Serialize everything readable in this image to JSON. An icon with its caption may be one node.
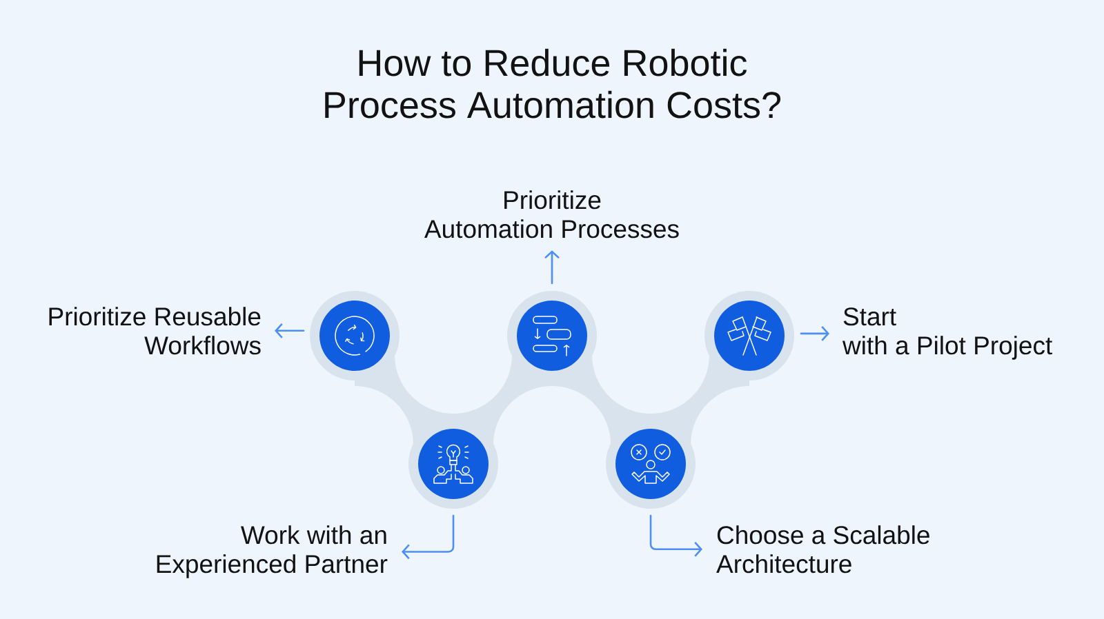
{
  "diagram": {
    "title": "How to Reduce Robotic Process Automation Costs?",
    "nodes": [
      {
        "text": [
          "Prioritize Automation Processes"
        ]
      },
      {
        "text": [
          "Prioritize Reusable Workflows"
        ]
      },
      {
        "text": [],
        "shape": "circle"
      },
      {
        "text": [],
        "shape": "circle"
      },
      {
        "text": [],
        "shape": "circle"
      },
      {
        "text": [
          "Start with a Pilot Project"
        ]
      },
      {
        "text": [],
        "shape": "circle"
      },
      {
        "text": [],
        "shape": "circle"
      },
      {
        "text": [
          "Work with an Experienced Partner"
        ]
      },
      {
        "text": [
          "Choose a Scalable Architecture"
        ]
      }
    ],
    "edges": [
      {
        "from": 3,
        "to": 0,
        "arrow": "to"
      },
      {
        "from": 2,
        "to": 1,
        "arrow": "to"
      },
      {
        "from": 4,
        "to": 5,
        "arrow": "to"
      },
      {
        "from": 6,
        "to": 8,
        "arrow": "to"
      },
      {
        "from": 7,
        "to": 9,
        "arrow": "to"
      },
      {
        "from": 2,
        "to": 6,
        "arrow": "none",
        "style": "thick",
        "color": "#d8e3ee"
      },
      {
        "from": 6,
        "to": 3,
        "arrow": "none",
        "style": "thick",
        "color": "#d8e3ee"
      },
      {
        "from": 3,
        "to": 7,
        "arrow": "none",
        "style": "thick",
        "color": "#d8e3ee"
      },
      {
        "from": 7,
        "to": 4,
        "arrow": "none",
        "style": "thick",
        "color": "#d8e3ee"
      }
    ]
  }
}
